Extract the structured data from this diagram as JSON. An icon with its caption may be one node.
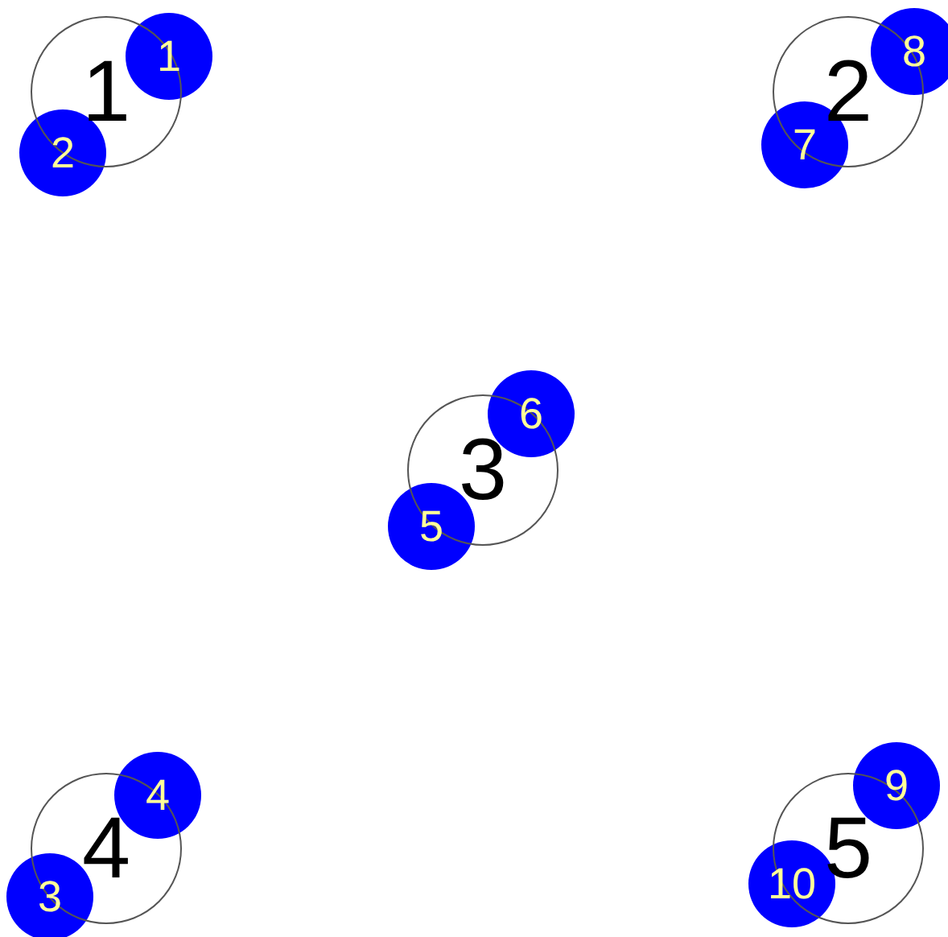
{
  "diagram": {
    "nodes": [
      {
        "text": [
          "1"
        ]
      },
      {
        "text": [
          "1"
        ]
      },
      {
        "text": [
          "2"
        ]
      },
      {
        "text": [
          "2"
        ]
      },
      {
        "text": [
          "8"
        ]
      },
      {
        "text": [
          "7"
        ]
      },
      {
        "text": [
          "3"
        ]
      },
      {
        "text": [
          "6"
        ]
      },
      {
        "text": [
          "5"
        ]
      },
      {
        "text": [
          "4"
        ]
      },
      {
        "text": [
          "4"
        ]
      },
      {
        "text": [
          "3"
        ]
      },
      {
        "text": [
          "5"
        ]
      },
      {
        "text": [
          "9"
        ]
      },
      {
        "text": [
          "10"
        ]
      }
    ]
  }
}
